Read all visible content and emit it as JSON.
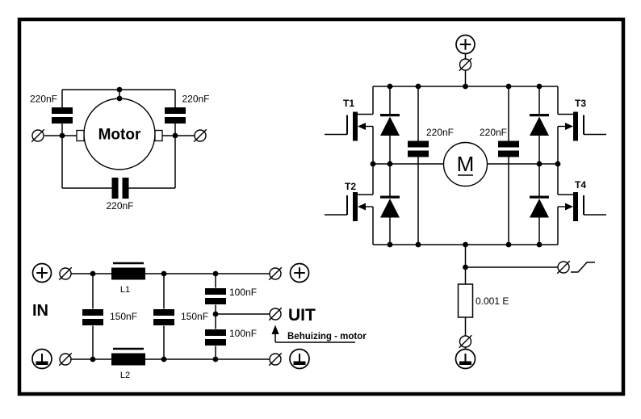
{
  "colors": {
    "ink": "#000000",
    "paper": "#ffffff"
  },
  "motor_cap_circuit": {
    "motor": "Motor",
    "cap_left": "220nF",
    "cap_right": "220nF",
    "cap_bottom": "220nF"
  },
  "mains_filter_circuit": {
    "in": "IN",
    "uit": "UIT",
    "l1": "L1",
    "l2": "L2",
    "cap_left": "150nF",
    "cap_mid": "150nF",
    "cap_top": "100nF",
    "cap_bottom": "100nF",
    "annotation": "Behuizing - motor"
  },
  "h_bridge_circuit": {
    "t1": "T1",
    "t2": "T2",
    "t3": "T3",
    "t4": "T4",
    "motor": "M",
    "cap_left": "220nF",
    "cap_right": "220nF",
    "shunt": "0.001 E"
  }
}
